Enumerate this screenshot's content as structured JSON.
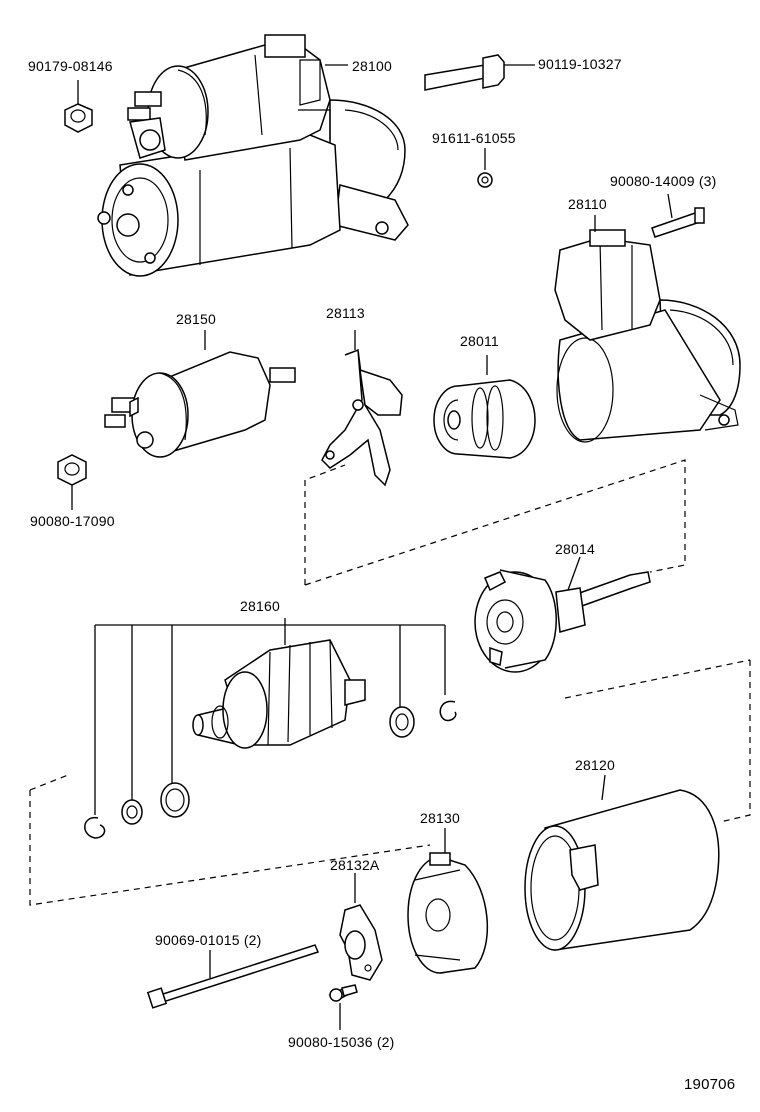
{
  "parts": [
    {
      "id": "label-90179-08146",
      "text": "90179-08146"
    },
    {
      "id": "label-28100",
      "text": "28100"
    },
    {
      "id": "label-90119-10327",
      "text": "90119-10327"
    },
    {
      "id": "label-91611-61055",
      "text": "91611-61055"
    },
    {
      "id": "label-90080-14009",
      "text": "90080-14009 (3)"
    },
    {
      "id": "label-28110",
      "text": "28110"
    },
    {
      "id": "label-28150",
      "text": "28150"
    },
    {
      "id": "label-28113",
      "text": "28113"
    },
    {
      "id": "label-28011",
      "text": "28011"
    },
    {
      "id": "label-90080-17090",
      "text": "90080-17090"
    },
    {
      "id": "label-28014",
      "text": "28014"
    },
    {
      "id": "label-28160",
      "text": "28160"
    },
    {
      "id": "label-28120",
      "text": "28120"
    },
    {
      "id": "label-28130",
      "text": "28130"
    },
    {
      "id": "label-28132A",
      "text": "28132A"
    },
    {
      "id": "label-90069-01015",
      "text": "90069-01015 (2)"
    },
    {
      "id": "label-90080-15036",
      "text": "90080-15036 (2)"
    }
  ],
  "diagram_number": "190706"
}
